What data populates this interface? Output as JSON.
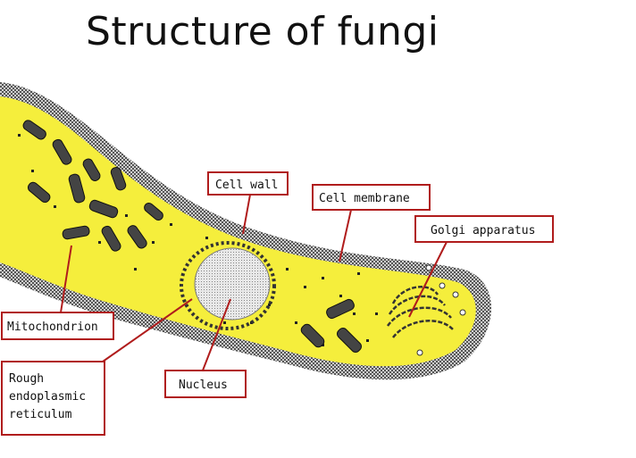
{
  "title": "Structure of fungi",
  "labels": {
    "cell_wall": "Cell wall",
    "cell_membrane": "Cell membrane",
    "golgi": "Golgi apparatus",
    "mitochondrion": "Mitochondrion",
    "rough_er_line1": "Rough",
    "rough_er_line2": "endoplasmic",
    "rough_er_line3": "reticulum",
    "nucleus": "Nucleus"
  },
  "colors": {
    "cytoplasm": "#f5ee3c",
    "label_border": "#b01c1c",
    "leader_line": "#b01c1c",
    "organelle": "#444444"
  }
}
